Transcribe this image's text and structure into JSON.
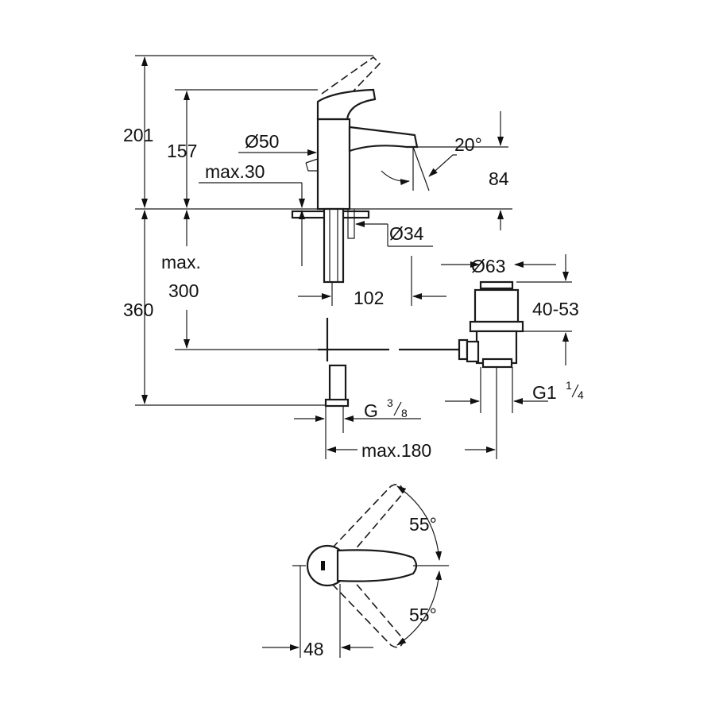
{
  "dimensions": {
    "height_total": "201",
    "height_lever": "157",
    "body_diameter": "Ø50",
    "max_30": "max.30",
    "spout_angle": "20°",
    "spout_height": "84",
    "hole_diameter": "Ø34",
    "max_300_a": "max.",
    "max_300_b": "300",
    "below_height": "360",
    "spout_reach": "102",
    "drain_diameter": "Ø63",
    "drain_range": "40-53",
    "drain_thread": "G1",
    "drain_thread_num": "1",
    "drain_thread_den": "4",
    "supply_thread": "G",
    "supply_thread_num": "3",
    "supply_thread_den": "8",
    "max_180": "max.180",
    "angle_left": "55°",
    "angle_right": "55°",
    "lever_offset": "48"
  }
}
